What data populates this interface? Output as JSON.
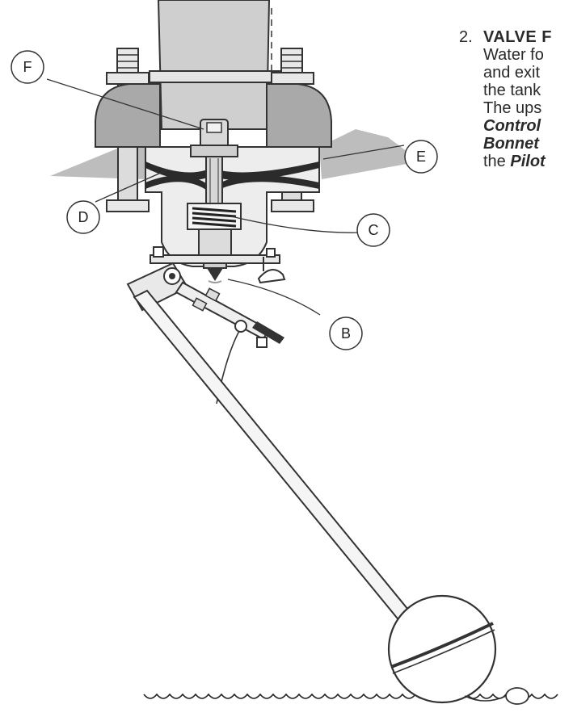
{
  "text": {
    "number": "2.",
    "heading": "VALVE F",
    "lines": [
      {
        "plain": "Water fo",
        "bold": ""
      },
      {
        "plain": "and exit",
        "bold": ""
      },
      {
        "plain": "the tank",
        "bold": ""
      },
      {
        "plain": "The ups",
        "bold": ""
      },
      {
        "plain": "",
        "bold": "Control"
      },
      {
        "plain": "",
        "bold": "Bonnet"
      },
      {
        "plain": "the ",
        "bold": "Pilot"
      }
    ]
  },
  "callouts": [
    "F",
    "E",
    "D",
    "C",
    "B"
  ],
  "colors": {
    "ink": "#222222",
    "shade": "#b9b9b9",
    "pipe": "#c8c8c8",
    "background": "#ffffff"
  }
}
